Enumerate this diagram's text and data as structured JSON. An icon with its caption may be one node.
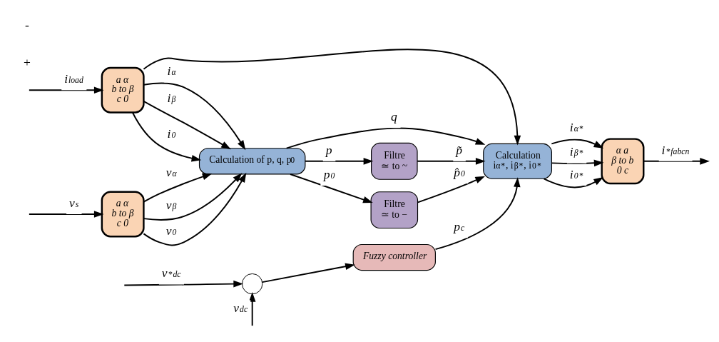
{
  "diagram": {
    "nodes": [
      {
        "text": [
          "a α",
          "b to β",
          "c 0"
        ]
      },
      {
        "text": [
          "a α",
          "b to β",
          "c 0"
        ]
      },
      {
        "text": [
          "Calculation of p, q, p$_{0}$"
        ]
      },
      {
        "text": [
          "Filtre",
          "≃ to ~"
        ]
      },
      {
        "text": [
          "Filtre",
          "≃ to −"
        ]
      },
      {
        "text": [
          "Calculation",
          "i$_{α}$$^{*}$, i$_{β}$$^{*}$, i$_{0}$$^{*}$"
        ]
      },
      {
        "text": [
          "α a",
          "β to b",
          "0 c"
        ]
      },
      {
        "text": [],
        "shape": "circle"
      },
      {
        "text": [
          "Fuzzy controller"
        ]
      }
    ],
    "edges": [
      {
        "from": null,
        "to": 0,
        "arrow": "to",
        "label": "i$_{load}$"
      },
      {
        "from": null,
        "to": 1,
        "arrow": "to",
        "label": "v$_{s}$"
      },
      {
        "from": 0,
        "to": 2,
        "arrow": "to",
        "label": "i$_{α}$"
      },
      {
        "from": 0,
        "to": 2,
        "arrow": "to",
        "label": "i$_{β}$"
      },
      {
        "from": 0,
        "to": 2,
        "arrow": "to",
        "label": "i$_{0}$"
      },
      {
        "from": 0,
        "to": 5,
        "arrow": "to"
      },
      {
        "from": 1,
        "to": 2,
        "arrow": "to",
        "label": "v$_{α}$"
      },
      {
        "from": 1,
        "to": 2,
        "arrow": "to",
        "label": "v$_{β}$"
      },
      {
        "from": 1,
        "to": 2,
        "arrow": "to",
        "label": "v$_{0}$"
      },
      {
        "from": 2,
        "to": 3,
        "arrow": "to",
        "label": "p"
      },
      {
        "from": 2,
        "to": 5,
        "arrow": "to",
        "label": "q"
      },
      {
        "from": 2,
        "to": 4,
        "arrow": "to",
        "label": "p$_{0}$"
      },
      {
        "from": 3,
        "to": 5,
        "arrow": "to",
        "label": "p̃"
      },
      {
        "from": 4,
        "to": 5,
        "arrow": "to",
        "label": "p̂$_{0}$"
      },
      {
        "from": 5,
        "to": 6,
        "arrow": "to",
        "label": "i$_{α}$$^{*}$"
      },
      {
        "from": 5,
        "to": 6,
        "arrow": "to",
        "label": "i$_{β}$$^{*}$"
      },
      {
        "from": 5,
        "to": 6,
        "arrow": "to",
        "label": "i$_{0}$$^{*}$"
      },
      {
        "from": 6,
        "to": null,
        "arrow": "to",
        "label": "i$^{*}$$_{fabcn}$"
      },
      {
        "from": null,
        "to": 7,
        "arrow": "to",
        "label": "v$^{*}$$_{dc}$"
      },
      {
        "from": null,
        "to": 7,
        "arrow": "to",
        "label": "v$_{dc}$"
      },
      {
        "from": 7,
        "to": 8,
        "arrow": "to"
      },
      {
        "from": 8,
        "to": 5,
        "arrow": "to",
        "label": "p$_{c}$"
      }
    ],
    "labels": [
      "+",
      "-"
    ]
  }
}
